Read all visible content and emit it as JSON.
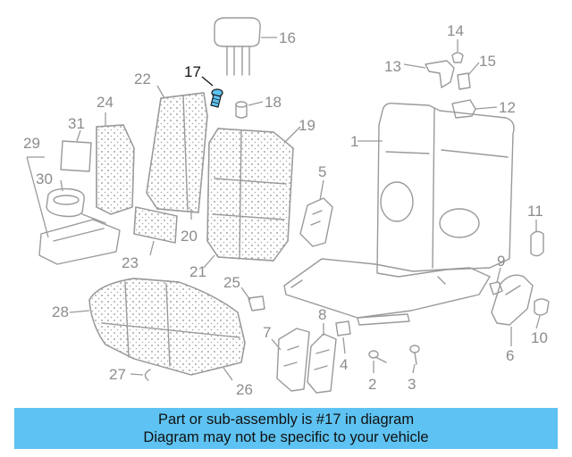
{
  "diagram": {
    "highlighted_part": "17",
    "callouts": [
      "1",
      "2",
      "3",
      "4",
      "5",
      "6",
      "7",
      "8",
      "9",
      "10",
      "11",
      "12",
      "13",
      "14",
      "15",
      "16",
      "17",
      "18",
      "19",
      "20",
      "21",
      "22",
      "23",
      "24",
      "25",
      "26",
      "27",
      "28",
      "29",
      "30",
      "31"
    ],
    "colors": {
      "parts": "#9a9a9a",
      "highlight_part": "#5ec3f2",
      "banner": "#5ec3f2",
      "label": "#8c8c8c",
      "highlight_label": "#111111"
    }
  },
  "banner": {
    "line1": "Part or sub-assembly is #17 in diagram",
    "line2": "Diagram may not be specific to your vehicle"
  }
}
